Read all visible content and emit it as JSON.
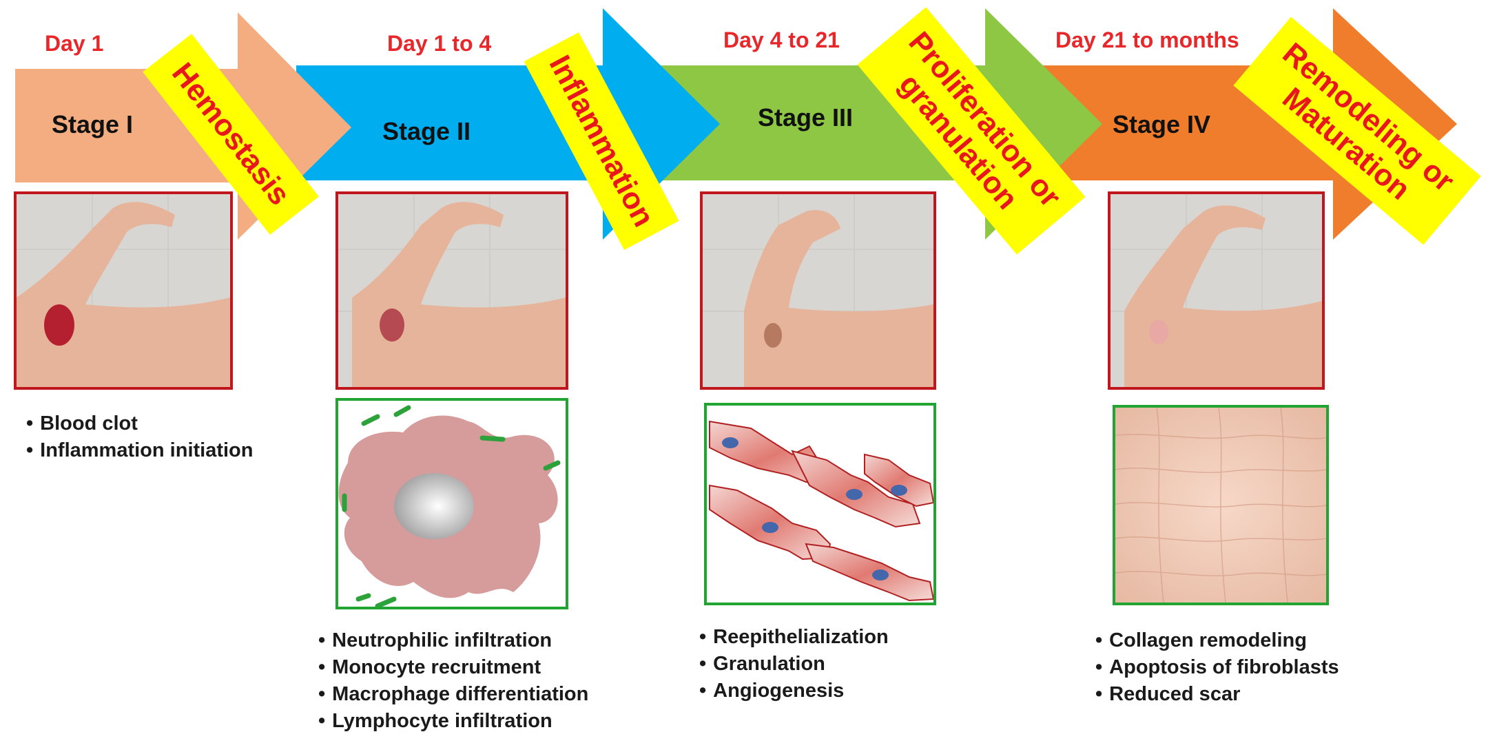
{
  "colors": {
    "stage1": "#f3ad80",
    "stage2": "#00adef",
    "stage3": "#8dc743",
    "stage4": "#f07d2b",
    "phase_bg": "#ffff00",
    "phase_text": "#e8171b",
    "day_text": "#e8272b",
    "photo_border": "#c0171f",
    "micro_border": "#22a433"
  },
  "stages": [
    {
      "day": "Day 1",
      "label": "Stage I",
      "phase": "Hemostasis",
      "bullets": [
        "Blood clot",
        "Inflammation initiation"
      ]
    },
    {
      "day": "Day 1 to 4",
      "label": "Stage II",
      "phase": "Inflammation",
      "bullets": [
        "Neutrophilic infiltration",
        "Monocyte recruitment",
        "Macrophage differentiation",
        "Lymphocyte infiltration"
      ]
    },
    {
      "day": "Day 4 to 21",
      "label": "Stage III",
      "phase_line1": "Proliferation or",
      "phase_line2": "granulation",
      "bullets": [
        "Reepithelialization",
        "Granulation",
        "Angiogenesis"
      ]
    },
    {
      "day": "Day 21 to months",
      "label": "Stage IV",
      "phase_line1": "Remodeling or",
      "phase_line2": "Maturation",
      "bullets": [
        "Collagen remodeling",
        "Apoptosis of fibroblasts",
        "Reduced scar"
      ]
    }
  ]
}
